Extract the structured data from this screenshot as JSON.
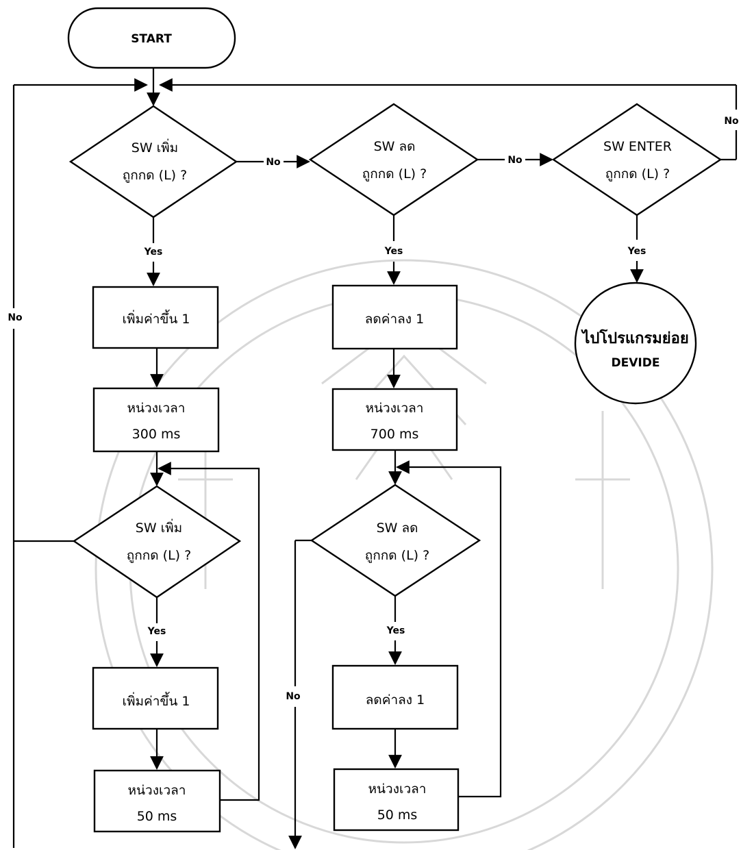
{
  "start": "START",
  "decisions": {
    "sw_inc": {
      "line1": "SW เพิ่ม",
      "line2": "ถูกกด (L) ?"
    },
    "sw_dec": {
      "line1": "SW ลด",
      "line2": "ถูกกด (L) ?"
    },
    "sw_enter": {
      "line1": "SW ENTER",
      "line2": "ถูกกด (L) ?"
    },
    "sw_inc_2": {
      "line1": "SW เพิ่ม",
      "line2": "ถูกกด (L) ?"
    },
    "sw_dec_2": {
      "line1": "SW ลด",
      "line2": "ถูกกด (L) ?"
    }
  },
  "processes": {
    "inc_1": {
      "line1": "เพิ่มค่าขึ้น 1"
    },
    "delay_300": {
      "line1": "หน่วงเวลา",
      "line2": "300 ms"
    },
    "inc_2": {
      "line1": "เพิ่มค่าขึ้น 1"
    },
    "delay_50_left": {
      "line1": "หน่วงเวลา",
      "line2": "50 ms"
    },
    "dec_1": {
      "line1": "ลดค่าลง 1"
    },
    "delay_700": {
      "line1": "หน่วงเวลา",
      "line2": "700 ms"
    },
    "dec_2": {
      "line1": "ลดค่าลง 1"
    },
    "delay_50_right": {
      "line1": "หน่วงเวลา",
      "line2": "50 ms"
    }
  },
  "subroutine": {
    "line1": "ไปโปรแกรมย่อย",
    "line2": "DEVIDE"
  },
  "labels": {
    "yes": "Yes",
    "no": "No"
  }
}
